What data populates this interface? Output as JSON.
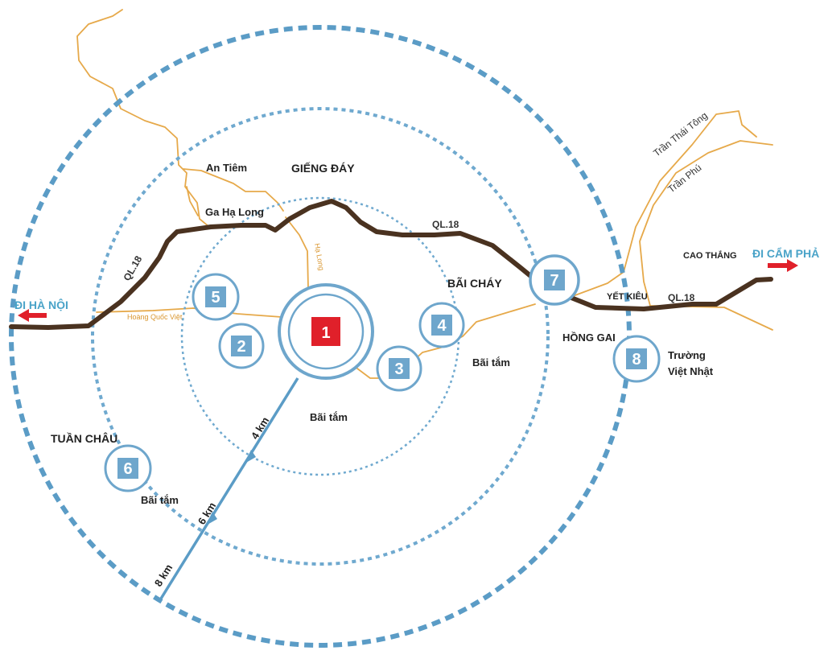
{
  "map": {
    "colors": {
      "ring": "#5b9cc6",
      "ring_light": "#6fa9cf",
      "qlroad": "#4a3220",
      "orange_road": "#e6a94a",
      "marker": "#6ea6cc",
      "center": "#e0202a",
      "arrow": "#e0202a"
    },
    "directions": {
      "west": "ĐI HÀ NỘI",
      "east": "ĐI CẨM PHẢ"
    },
    "places": {
      "gieng_day": "GIẾNG ĐÁY",
      "bai_chay": "BÃI CHÁY",
      "hong_gai": "HỒNG GAI",
      "tuan_chau": "TUẦN CHÂU",
      "cao_thang": "CAO THẮNG",
      "yet_kieu": "YẾT KIÊU",
      "an_tiem": "An Tiêm",
      "ga_ha_long": "Ga Hạ Long",
      "bai_tam_center": "Bãi tắm",
      "bai_tam_right": "Bãi tắm",
      "bai_tam_left": "Bãi tắm",
      "truong_line1": "Trường",
      "truong_line2": "Việt Nhật"
    },
    "roads": {
      "ql18_left": "QL.18",
      "ql18_mid": "QL.18",
      "ql18_right": "QL.18",
      "tran_thai_tong": "Trần Thái Tông",
      "tran_phu": "Trần Phú",
      "ha_long": "Hạ Long",
      "hoang_quoc_viet": "Hoàng Quốc Việt"
    },
    "markers": [
      "1",
      "2",
      "3",
      "4",
      "5",
      "6",
      "7",
      "8"
    ],
    "distances": {
      "r4": "4 km",
      "r6": "6 km",
      "r8": "8 km"
    }
  }
}
